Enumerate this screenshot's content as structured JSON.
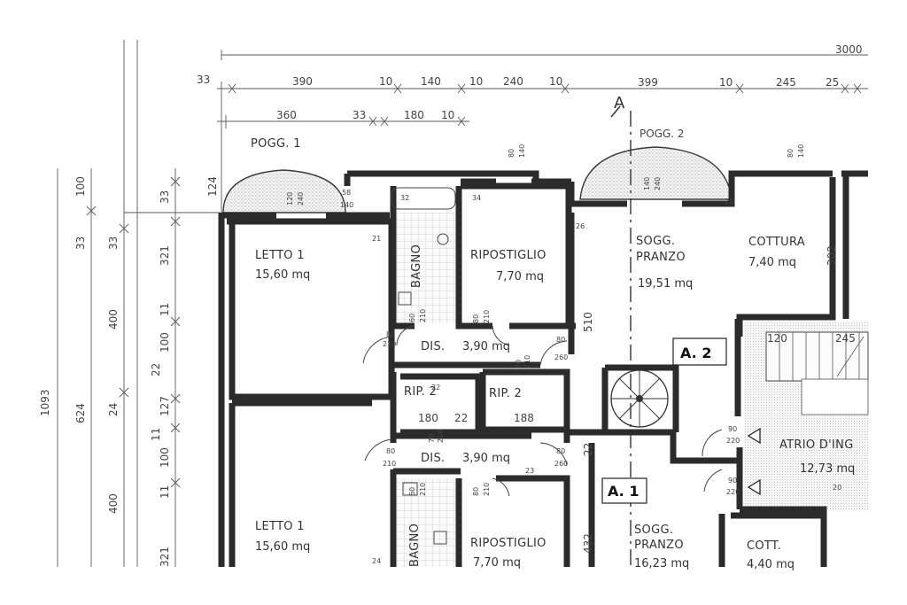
{
  "dimensions": {
    "total_top": "3000",
    "row1": [
      "33",
      "390",
      "10",
      "140",
      "10",
      "240",
      "10",
      "399",
      "10",
      "245",
      "25"
    ],
    "row2": [
      "360",
      "33",
      "180",
      "10"
    ],
    "left_outer": [
      "1093"
    ],
    "left_mid": [
      "624",
      "400"
    ],
    "left_inner": [
      "100",
      "33",
      "400",
      "24",
      "100",
      "11"
    ],
    "left_col": [
      "33",
      "321",
      "11",
      "100",
      "22",
      "127",
      "11",
      "100",
      "11",
      "321"
    ],
    "left_extra": [
      "124"
    ],
    "interior": {
      "h_510": "510",
      "h_432": "432",
      "h_302": "302",
      "h_22": "22",
      "w_180": "180",
      "w_22": "22",
      "w_188": "188",
      "w_120": "120",
      "w_245": "245"
    }
  },
  "balconies": {
    "pogg1": "POGG. 1",
    "pogg2": "POGG. 2"
  },
  "section_marker": "A",
  "rooms": {
    "letto1_top": {
      "name": "LETTO 1",
      "area": "15,60 mq"
    },
    "bagno_top": {
      "name": "BAGNO"
    },
    "ripostiglio_top": {
      "name": "RIPOSTIGLIO",
      "area": "7,70 mq"
    },
    "sogg_pranzo_top": {
      "name1": "SOGG.",
      "name2": "PRANZO",
      "area": "19,51 mq"
    },
    "cottura": {
      "name": "COTTURA",
      "area": "7,40 mq"
    },
    "dis_top": {
      "name": "DIS.",
      "area": "3,90 mq"
    },
    "rip2_left": {
      "name": "RIP. 2"
    },
    "rip2_right": {
      "name": "RIP. 2"
    },
    "dis_bottom": {
      "name": "DIS.",
      "area": "3,90 mq"
    },
    "atrio": {
      "name": "ATRIO D'ING",
      "area": "12,73 mq"
    },
    "letto1_bottom": {
      "name": "LETTO 1",
      "area": "15,60 mq"
    },
    "bagno_bottom": {
      "name": "BAGNO"
    },
    "ripostiglio_bottom": {
      "name": "RIPOSTIGLIO",
      "area": "7,70 mq"
    },
    "sogg_pranzo_bottom": {
      "name1": "SOGG.",
      "name2": "PRANZO",
      "area": "16,23 mq"
    },
    "cott": {
      "name": "COTT.",
      "area": "4,40 mq"
    }
  },
  "apartments": {
    "a2": "A. 2",
    "a1": "A. 1"
  },
  "openings": {
    "win_pogg1": [
      "120",
      "240"
    ],
    "win_small_a": [
      "58",
      "140"
    ],
    "win_rip_top": [
      "80",
      "140"
    ],
    "win_pogg2": [
      "140",
      "240"
    ],
    "win_cott": [
      "80",
      "140"
    ],
    "door_bagno_top": [
      "60",
      "210"
    ],
    "door_rip_top": [
      "80",
      "210"
    ],
    "door_letto_top": [
      "80",
      "210"
    ],
    "door_dis_right": [
      "80",
      "260"
    ],
    "door_rip2a": [
      "70",
      "210"
    ],
    "door_rip2b": [
      "70",
      "210"
    ],
    "door_letto_bottom": [
      "80",
      "210"
    ],
    "door_dis_bottom_right": [
      "80",
      "260"
    ],
    "door_atrio_a": [
      "90",
      "220"
    ],
    "door_atrio_b": [
      "90",
      "220"
    ],
    "door_rip_bottom": [
      "80",
      "210"
    ],
    "door_bagno_bottom": [
      "60",
      "210"
    ]
  },
  "annotations": [
    "21",
    "25",
    "26",
    "34",
    "32",
    "23",
    "20",
    "24",
    "22"
  ]
}
